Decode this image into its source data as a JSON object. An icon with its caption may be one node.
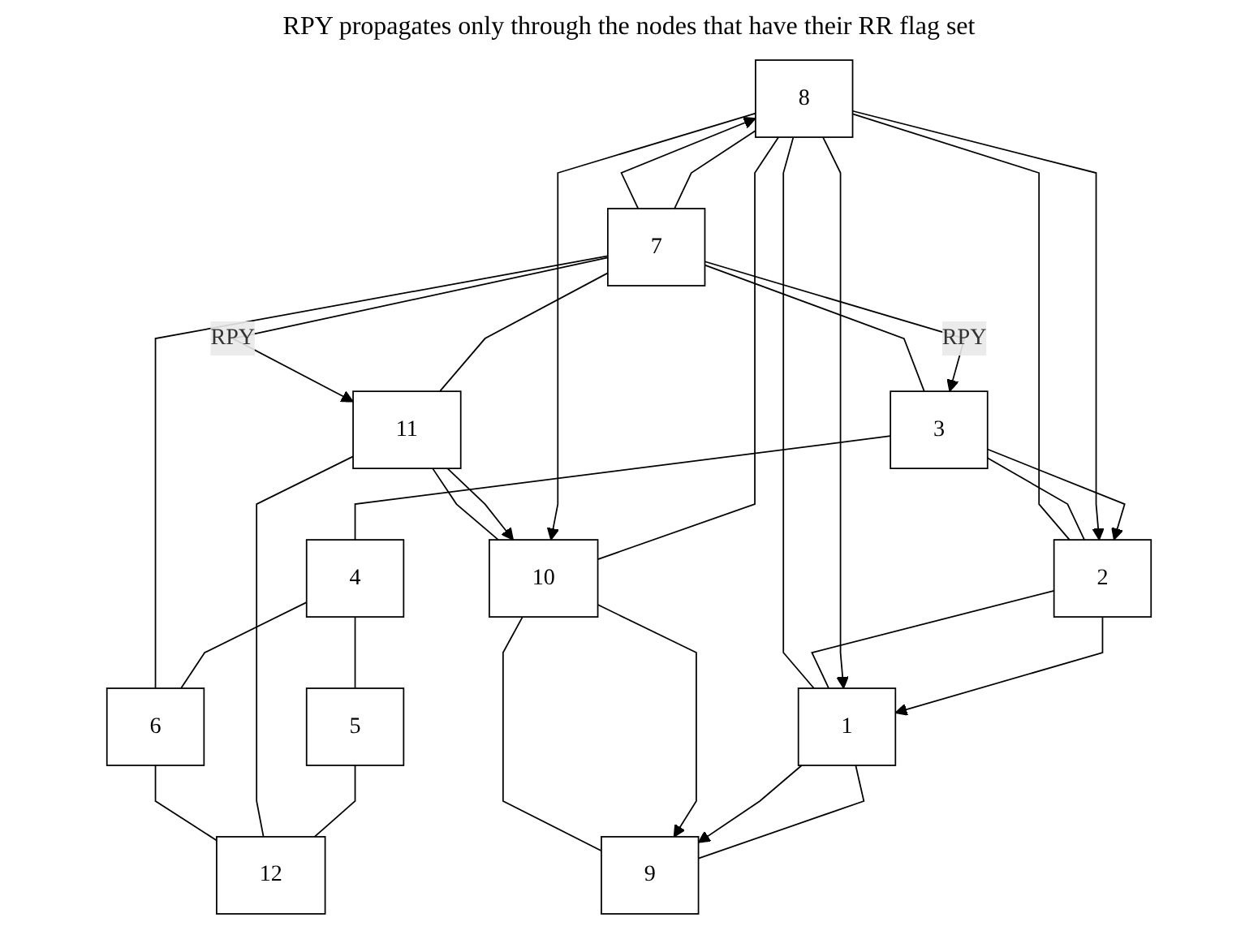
{
  "diagram": {
    "title": "RPY propagates only through the nodes that have their RR flag set",
    "nodes": [
      {
        "text": [
          "1"
        ]
      },
      {
        "text": [
          "2"
        ]
      },
      {
        "text": [
          "3"
        ]
      },
      {
        "text": [
          "4"
        ]
      },
      {
        "text": [
          "5"
        ]
      },
      {
        "text": [
          "6"
        ]
      },
      {
        "text": [
          "7"
        ]
      },
      {
        "text": [
          "8"
        ]
      },
      {
        "text": [
          "9"
        ]
      },
      {
        "text": [
          "10"
        ]
      },
      {
        "text": [
          "11"
        ]
      },
      {
        "text": [
          "12"
        ]
      }
    ],
    "edges": [
      {
        "from": 0,
        "to": 1,
        "arrow": "none"
      },
      {
        "from": 1,
        "to": 2,
        "arrow": "none"
      },
      {
        "from": 2,
        "to": 3,
        "arrow": "none"
      },
      {
        "from": 3,
        "to": 4,
        "arrow": "none"
      },
      {
        "from": 0,
        "to": 8,
        "arrow": "none"
      },
      {
        "from": 0,
        "to": 7,
        "arrow": "none"
      },
      {
        "from": 1,
        "to": 7,
        "arrow": "none"
      },
      {
        "from": 2,
        "to": 6,
        "arrow": "none"
      },
      {
        "from": 3,
        "to": 5,
        "arrow": "none"
      },
      {
        "from": 4,
        "to": 11,
        "arrow": "none"
      },
      {
        "from": 7,
        "to": 6,
        "arrow": "none"
      },
      {
        "from": 6,
        "to": 5,
        "arrow": "none"
      },
      {
        "from": 6,
        "to": 10,
        "arrow": "none"
      },
      {
        "from": 7,
        "to": 9,
        "arrow": "none"
      },
      {
        "from": 8,
        "to": 9,
        "arrow": "none"
      },
      {
        "from": 9,
        "to": 10,
        "arrow": "none"
      },
      {
        "from": 10,
        "to": 11,
        "arrow": "none"
      },
      {
        "from": 5,
        "to": 11,
        "arrow": "none"
      },
      {
        "from": 6,
        "to": 2,
        "arrow": "to",
        "label": "RPY"
      },
      {
        "from": 2,
        "to": 1,
        "arrow": "to"
      },
      {
        "from": 1,
        "to": 0,
        "arrow": "to"
      },
      {
        "from": 0,
        "to": 8,
        "arrow": "to"
      },
      {
        "from": 7,
        "to": 1,
        "arrow": "to"
      },
      {
        "from": 7,
        "to": 0,
        "arrow": "to"
      },
      {
        "from": 7,
        "to": 9,
        "arrow": "to"
      },
      {
        "from": 9,
        "to": 8,
        "arrow": "to"
      },
      {
        "from": 6,
        "to": 7,
        "arrow": "to"
      },
      {
        "from": 6,
        "to": 10,
        "arrow": "to",
        "label": "RPY"
      },
      {
        "from": 10,
        "to": 9,
        "arrow": "to"
      }
    ]
  }
}
